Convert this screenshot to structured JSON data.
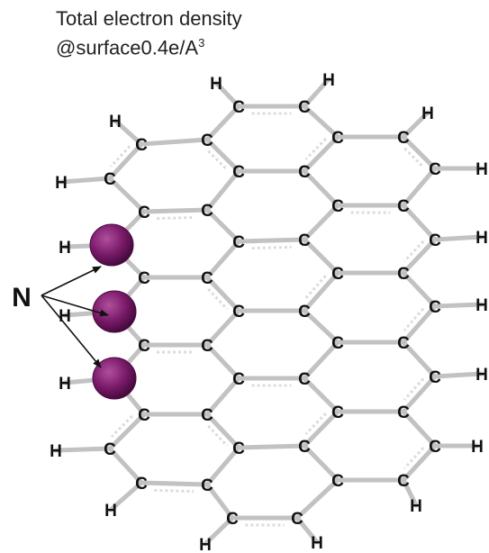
{
  "title": {
    "line1": "Total electron density",
    "line2_text": "@surface0.4e/A",
    "line2_sup": "3"
  },
  "labels": {
    "carbon": "C",
    "hydrogen": "H",
    "nitrogen": "N"
  },
  "colors": {
    "bond": "#c2c2c2",
    "bond_dash": "#dcdcdc",
    "atom_text": "#111111",
    "density": "#7a1a6a",
    "density_dark": "#4a0a40",
    "arrow": "#111111"
  }
}
